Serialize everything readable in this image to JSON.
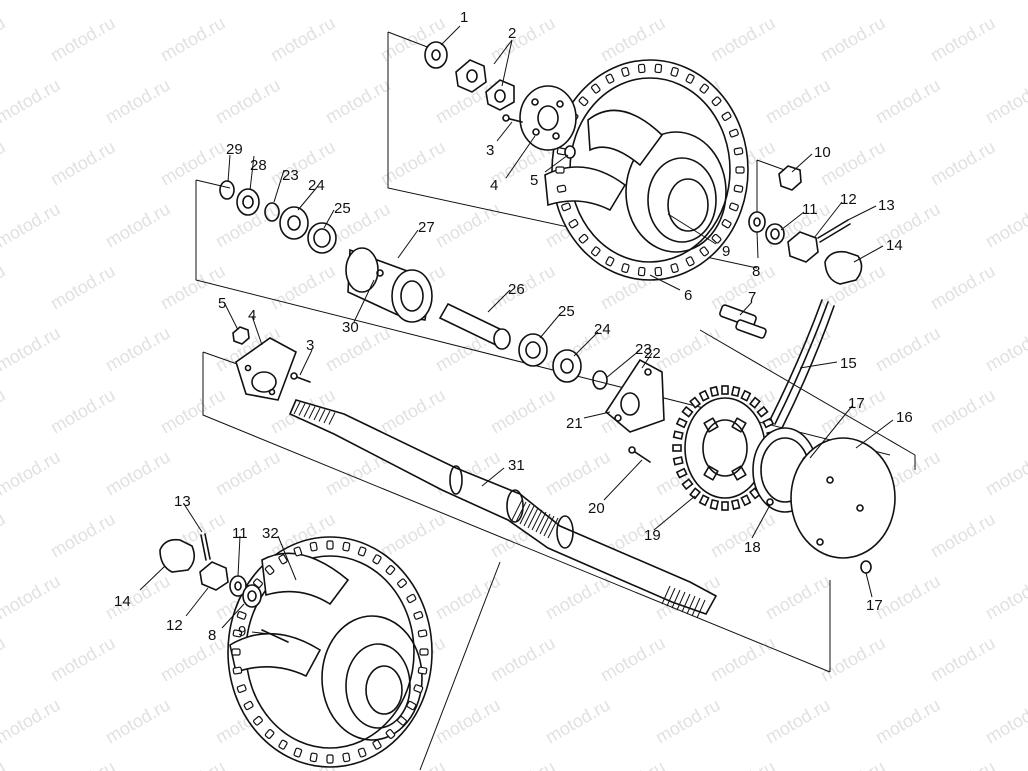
{
  "watermark": "motod.ru",
  "callouts": {
    "c1": "1",
    "c2": "2",
    "c3a": "3",
    "c4a": "4",
    "c5a": "5",
    "c6": "6",
    "c7": "7",
    "c8a": "8",
    "c9a": "9",
    "c10": "10",
    "c11a": "11",
    "c12a": "12",
    "c13a": "13",
    "c14a": "14",
    "c15": "15",
    "c16": "16",
    "c17a": "17",
    "c18": "18",
    "c19": "19",
    "c20": "20",
    "c21": "21",
    "c22": "22",
    "c23a": "23",
    "c24a": "24",
    "c25a": "25",
    "c26": "26",
    "c27": "27",
    "c28": "28",
    "c29": "29",
    "c30": "30",
    "c31": "31",
    "c32": "32",
    "c3b": "3",
    "c4b": "4",
    "c5b": "5",
    "c23b": "23",
    "c24b": "24",
    "c25b": "25",
    "c17b": "17",
    "c8b": "8",
    "c9b": "9",
    "c11b": "11",
    "c12b": "12",
    "c13b": "13",
    "c14b": "14"
  },
  "colors": {
    "line": "#111111",
    "watermark": "#c9c9c9",
    "background": "#ffffff"
  }
}
